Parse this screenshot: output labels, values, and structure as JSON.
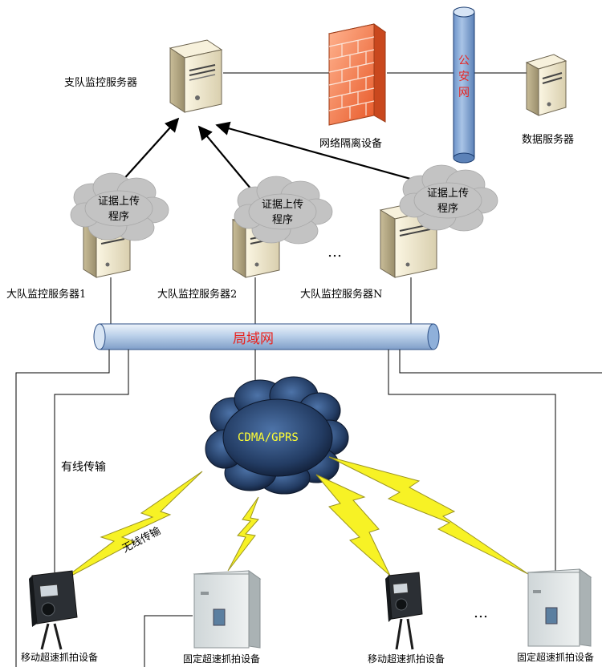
{
  "nodes": {
    "detachment_server": "支队监控服务器",
    "firewall": "网络隔离设备",
    "police_net": "公安网",
    "data_server": "数据服务器",
    "brigade_server_1": "大队监控服务器1",
    "brigade_server_2": "大队监控服务器2",
    "brigade_server_n": "大队监控服务器N",
    "lan": "局域网",
    "cellular": "CDMA/GPRS",
    "mobile_capture_1": "移动超速抓拍设备",
    "fixed_capture_1": "固定超速抓拍设备",
    "mobile_capture_2": "移动超速抓拍设备",
    "fixed_capture_2": "固定超速抓拍设备"
  },
  "upload_program": {
    "line1": "证据上传",
    "line2": "程序"
  },
  "links": {
    "wired": "有线传输",
    "wireless": "无线传输"
  },
  "ellipsis": "…",
  "colors": {
    "lan_pipe": "#bcd1ea",
    "lan_text": "#e8231f",
    "police_pipe": "#8fb2de",
    "police_text": "#e8231f",
    "firewall": "#f27a4e",
    "lightning": "#f7f225",
    "storm_cloud": "#2f4c78",
    "cellular_text": "#ffff33",
    "server_body": "#efe8cf",
    "grey_cloud": "#c3c3c3"
  }
}
